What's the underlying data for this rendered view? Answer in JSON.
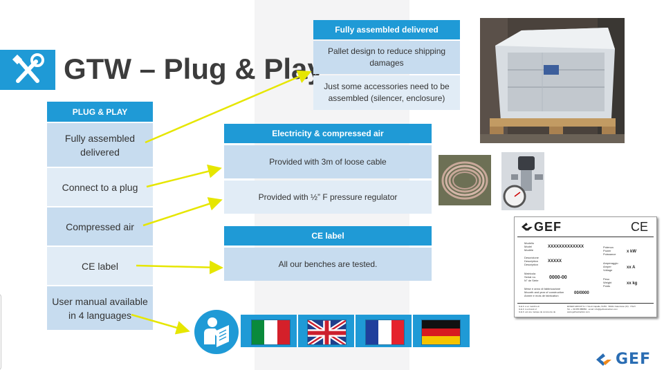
{
  "slide": {
    "title": "GTW – Plug & Play"
  },
  "left_table": {
    "header": "PLUG & PLAY",
    "rows": [
      "Fully assembled delivered",
      "Connect to a plug",
      "Compressed air",
      "CE label",
      "User manual available in 4 languages"
    ]
  },
  "assembled_table": {
    "header": "Fully assembled delivered",
    "rows": [
      "Pallet design to reduce shipping damages",
      "Just some accessories need to be assembled (silencer, enclosure)"
    ]
  },
  "electricity_table": {
    "header": "Electricity & compressed air",
    "rows": [
      "Provided with 3m of loose cable",
      "Provided with ½” F pressure regulator"
    ]
  },
  "ce_table": {
    "header": "CE label",
    "rows": [
      "All our benches are tested."
    ]
  },
  "nameplate": {
    "brand": "GEF",
    "mark": "CE",
    "labels": {
      "model": "Modello\nModel\nModèle",
      "description": "Descrizione\nDescription\nDescription",
      "serial": "Matricola\nSerial no.\nN° de Série",
      "year": "Mese e anno di fabbricazione\nMounth and year of construction\nAnnee e mois de fabrication",
      "power": "Potenza\nPower\nPuissance",
      "current": "Amperaggio\nAmper\nVoltage",
      "weight": "Peso\nWeight\nPoids",
      "footer_left": "G.E.F. è un marchio di\nG.E.F. is a brand of\nG.E.F. est une marque de commerce de",
      "footer_right": "EFFER GROUP S.r.l. Via di Capalle, 51/53 · 50041 Calenzano (FI) · ITALY\nTel. + 39 055 888882 · email: info@gefirestraction.com\nwww.gefirestraction.com"
    },
    "values": {
      "model": "XXXXXXXXXXXXX",
      "description": "XXXXX",
      "serial": "0000-00",
      "year": "00/0000",
      "power": "x kW",
      "current": "xx A",
      "weight": "xx kg"
    }
  },
  "languages": [
    {
      "name": "Italian",
      "icon": "flag-italy"
    },
    {
      "name": "English",
      "icon": "flag-uk"
    },
    {
      "name": "French",
      "icon": "flag-france"
    },
    {
      "name": "German",
      "icon": "flag-germany"
    }
  ],
  "footer_logo": {
    "text": "GEF"
  },
  "colors": {
    "accent": "#1f9ad6",
    "cell_dark": "#c7dcef",
    "cell_light": "#e1ecf6",
    "arrow": "#e6e600",
    "title": "#3c3c3c"
  }
}
